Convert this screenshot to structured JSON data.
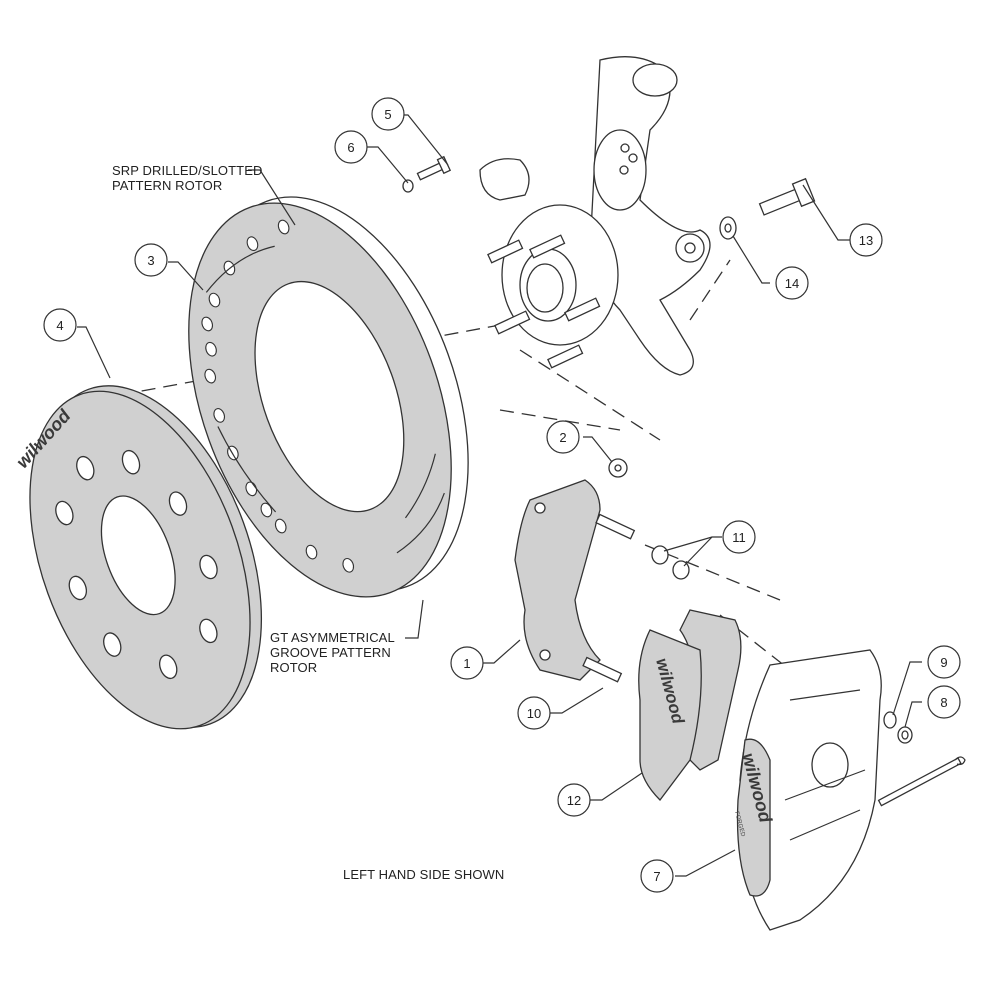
{
  "diagram": {
    "type": "exploded-parts-view",
    "subject": "disc brake assembly",
    "brand_mark": "wilwood",
    "caliper_sub_mark": "FORGED",
    "note": "LEFT HAND SIDE SHOWN",
    "labels": {
      "srp_rotor": [
        "SRP DRILLED/SLOTTED",
        "PATTERN ROTOR"
      ],
      "gt_rotor": [
        "GT ASYMMETRICAL",
        "GROOVE PATTERN",
        "ROTOR"
      ]
    },
    "callouts": [
      {
        "id": "1",
        "part": "caliper-bracket"
      },
      {
        "id": "2",
        "part": "bracket-spacer-washer"
      },
      {
        "id": "3",
        "part": "rotor"
      },
      {
        "id": "4",
        "part": "rotor-hat"
      },
      {
        "id": "5",
        "part": "hat-bolt"
      },
      {
        "id": "6",
        "part": "hat-bolt-washer"
      },
      {
        "id": "7",
        "part": "caliper"
      },
      {
        "id": "8",
        "part": "caliper-nut"
      },
      {
        "id": "9",
        "part": "caliper-washer"
      },
      {
        "id": "10",
        "part": "bracket-stud"
      },
      {
        "id": "11",
        "part": "stud-washers"
      },
      {
        "id": "12",
        "part": "brake-pads"
      },
      {
        "id": "13",
        "part": "mounting-bolt"
      },
      {
        "id": "14",
        "part": "mounting-washer"
      }
    ],
    "colors": {
      "line": "#333333",
      "part_fill": "#d0d0d0",
      "background": "#ffffff"
    }
  }
}
